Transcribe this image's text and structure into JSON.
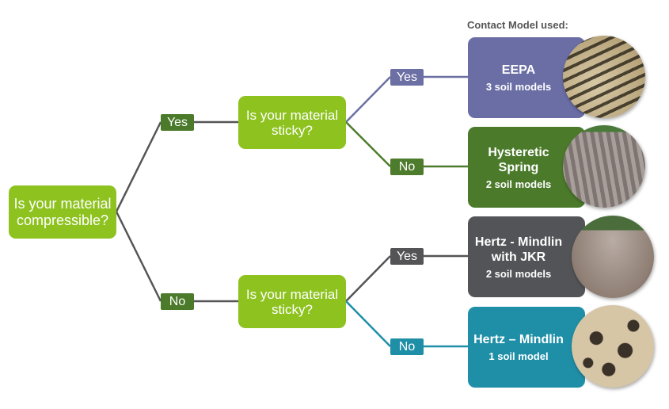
{
  "header": "Contact Model used:",
  "questions": {
    "root": "Is your material compressible?",
    "top": "Is your material sticky?",
    "bottom": "Is your material sticky?"
  },
  "branch_labels": {
    "root_yes": "Yes",
    "root_no": "No",
    "top_yes": "Yes",
    "top_no": "No",
    "bottom_yes": "Yes",
    "bottom_no": "No"
  },
  "models": [
    {
      "name": "EEPA",
      "count": "3 soil models",
      "color": "#6a6ea5",
      "photo": "tire-tracks-soil-photo"
    },
    {
      "name": "Hysteretic Spring",
      "count": "2 soil models",
      "color": "#4b7a2b",
      "photo": "ploughed-field-photo"
    },
    {
      "name": "Hertz - Mindlin with JKR",
      "count": "2 soil models",
      "color": "#535457",
      "photo": "dirt-road-photo"
    },
    {
      "name": "Hertz – Mindlin",
      "count": "1 soil model",
      "color": "#1f8fa8",
      "photo": "sand-footprints-photo"
    }
  ],
  "colors": {
    "question_green": "#8dc21f",
    "connector_gray": "#555555"
  }
}
